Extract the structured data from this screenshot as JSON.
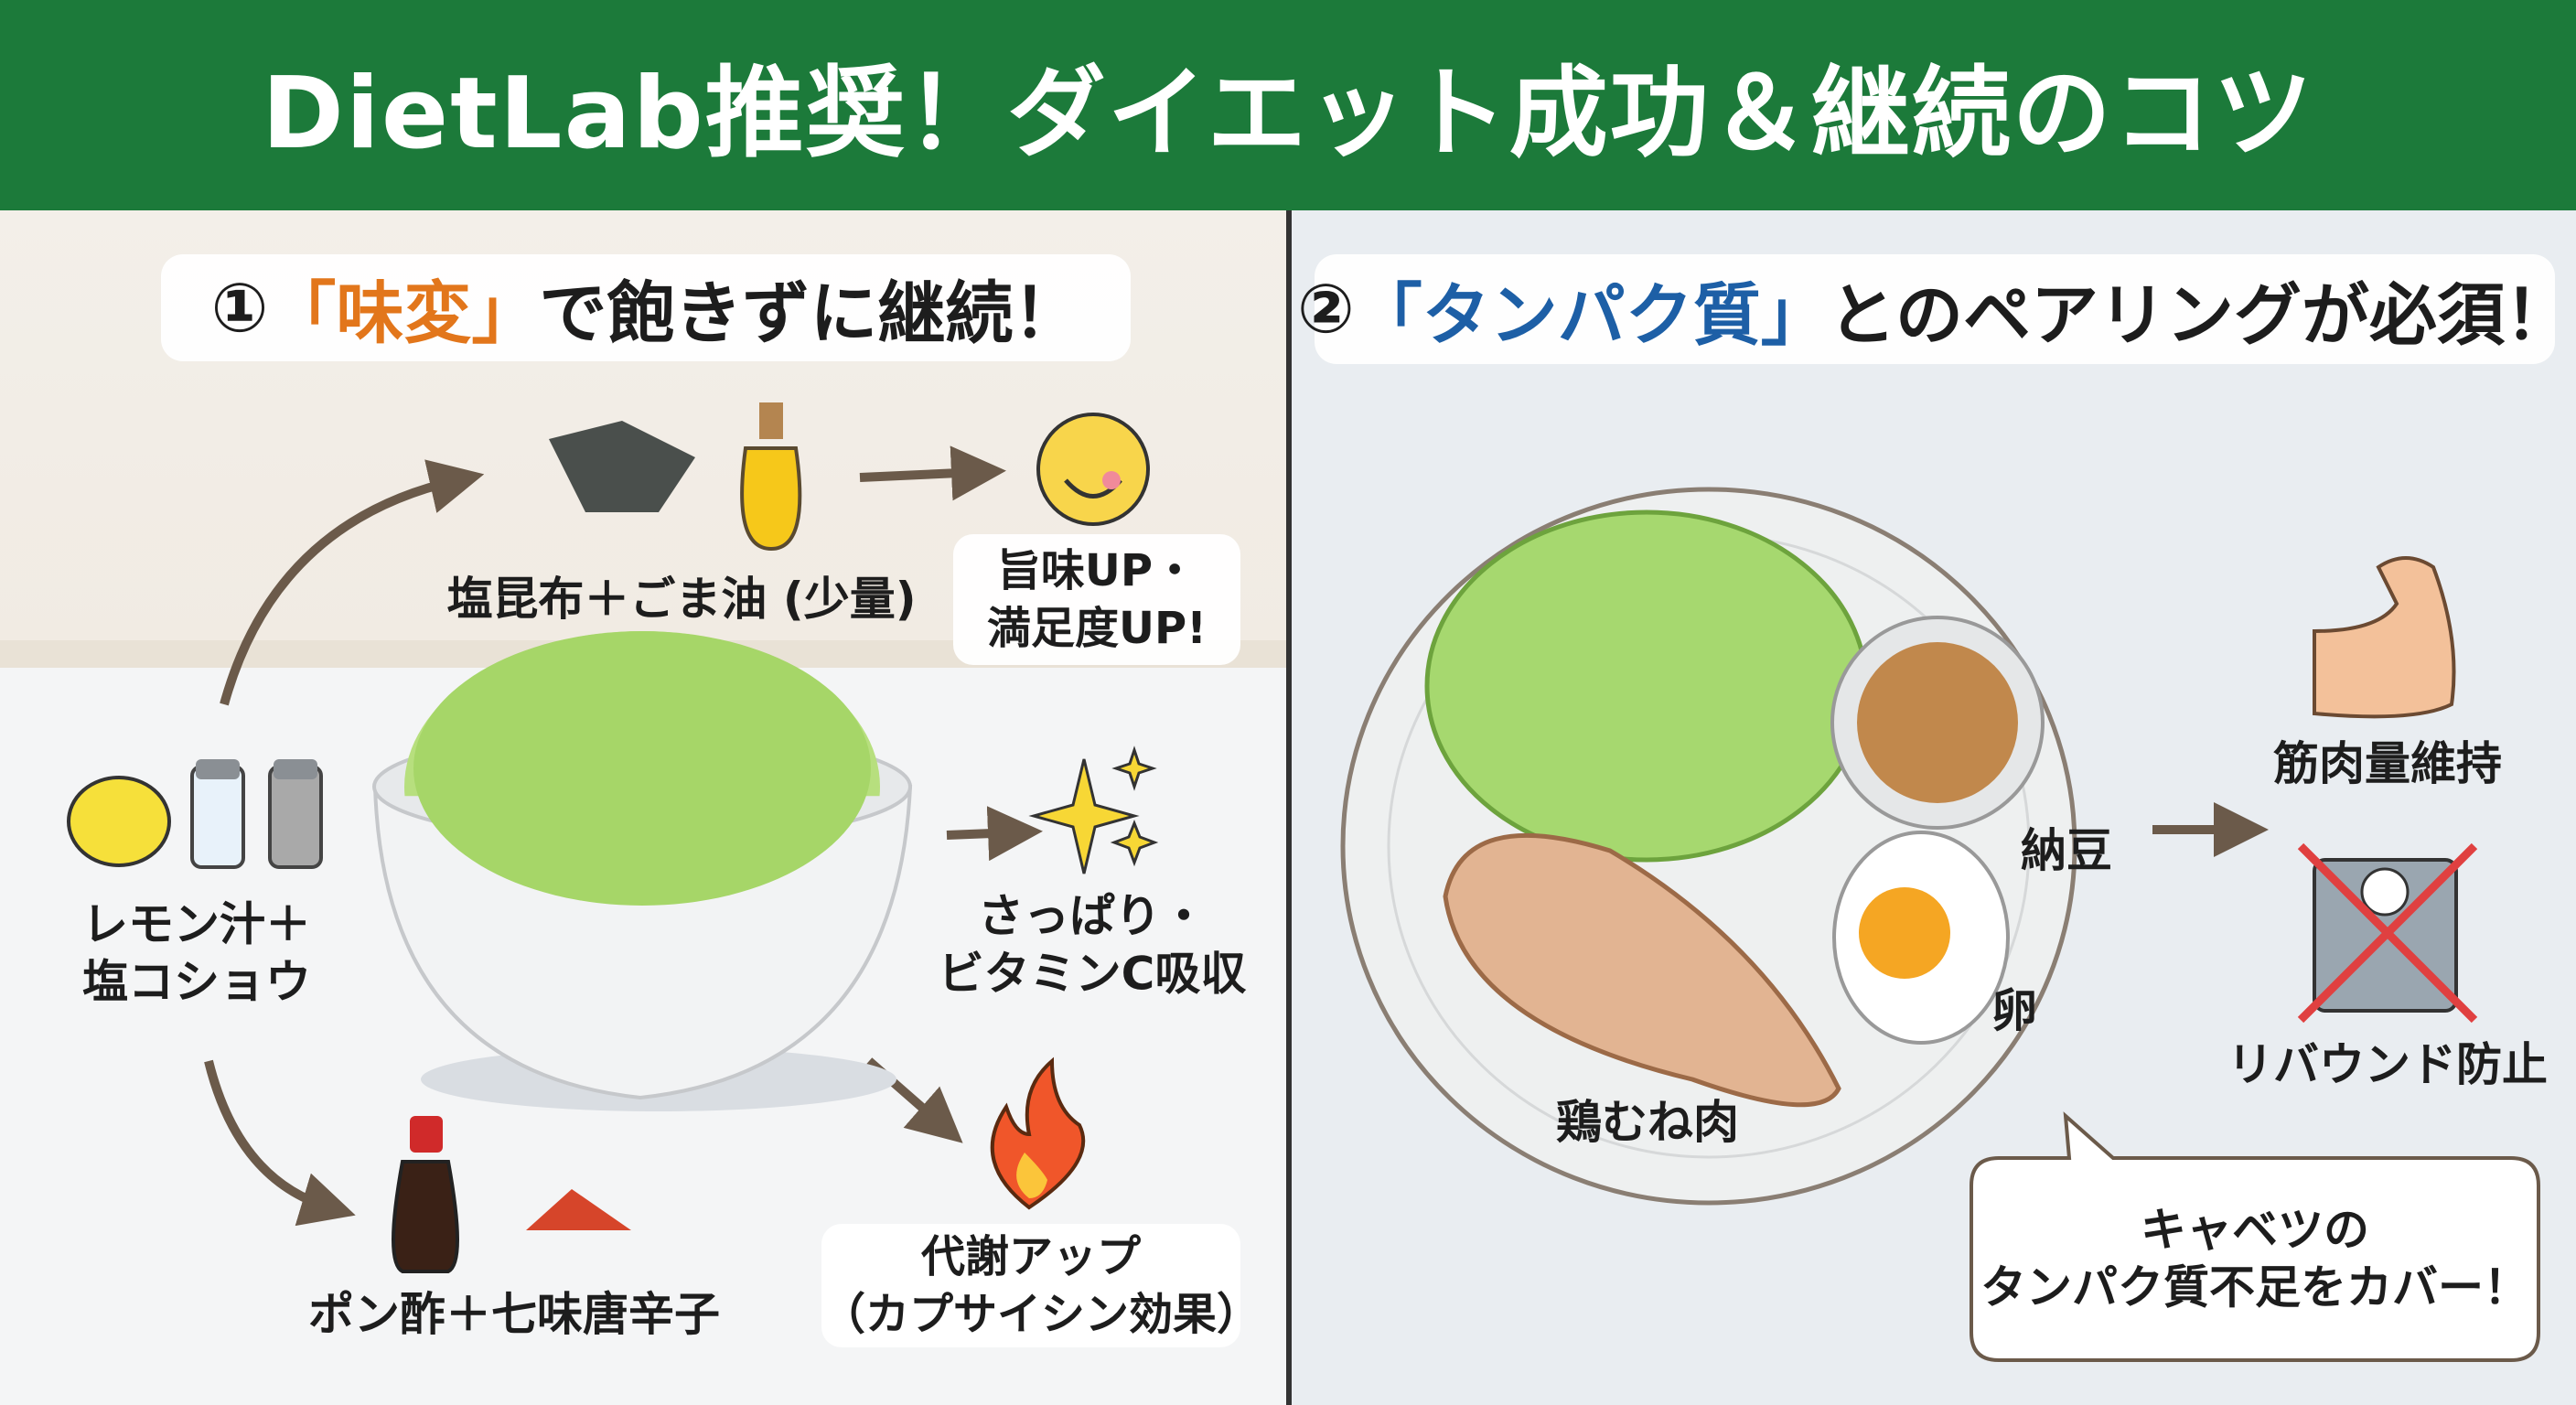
{
  "header": {
    "title": "DietLab推奨！ダイエット成功＆継続のコツ",
    "color": "#1c7a3a"
  },
  "section1": {
    "number": "①",
    "highlight": "「味変」",
    "title_rest": "で飽きずに継続！",
    "highlight_color": "#e2761b",
    "items": [
      {
        "label": "塩昆布＋ごま油 (少量)",
        "icons": [
          "kelp-icon",
          "sesame-oil-bottle-icon"
        ],
        "effect": [
          "旨味UP・",
          "満足度UP!"
        ],
        "effect_icon": "smiley-face-icon"
      },
      {
        "label": [
          "レモン汁＋",
          "塩コショウ"
        ],
        "icons": [
          "lemon-icon",
          "salt-shaker-icon",
          "pepper-shaker-icon"
        ],
        "effect": [
          "さっぱり・",
          "ビタミンC吸収"
        ],
        "effect_icon": "sparkle-icon"
      },
      {
        "label": "ポン酢＋七味唐辛子",
        "icons": [
          "ponzu-bottle-icon",
          "chili-powder-icon"
        ],
        "effect": [
          "代謝アップ",
          "（カプサイシン効果）"
        ],
        "effect_icon": "fire-icon"
      }
    ]
  },
  "section2": {
    "number": "②",
    "highlight": "「タンパク質」",
    "title_rest": "とのペアリングが必須！",
    "highlight_color": "#1d5fa6",
    "plate_labels": {
      "natto": "納豆",
      "egg": "卵",
      "chicken": "鶏むね肉"
    },
    "benefits": [
      {
        "label": "筋肉量維持",
        "icon": "flexed-arm-icon"
      },
      {
        "label": "リバウンド防止",
        "icon": "crossed-scale-icon"
      }
    ],
    "bubble": [
      "キャベツの",
      "タンパク質不足をカバー！"
    ]
  }
}
